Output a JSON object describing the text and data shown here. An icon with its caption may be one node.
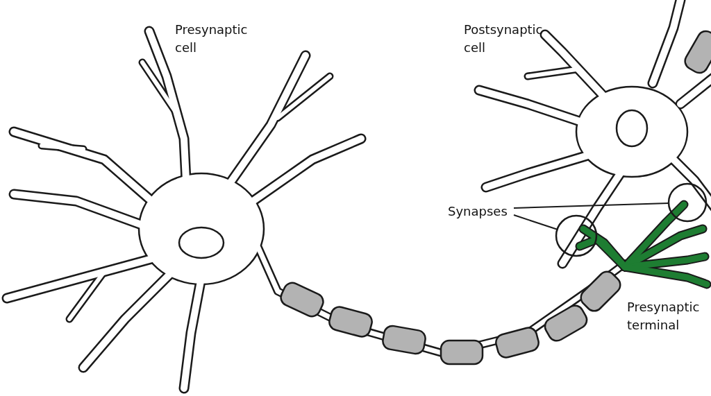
{
  "diagram": {
    "nodes": [
      {
        "text": [
          "Synapses"
        ]
      },
      {
        "text": [],
        "shape": "circle"
      },
      {
        "text": [],
        "shape": "circle"
      }
    ],
    "edges": [
      {
        "from": 0,
        "to": 1,
        "arrow": "none"
      },
      {
        "from": 0,
        "to": 2,
        "arrow": "none"
      }
    ],
    "labels": [
      "Presynaptic cell",
      "Postsynaptic cell",
      "Presynaptic terminal"
    ]
  }
}
